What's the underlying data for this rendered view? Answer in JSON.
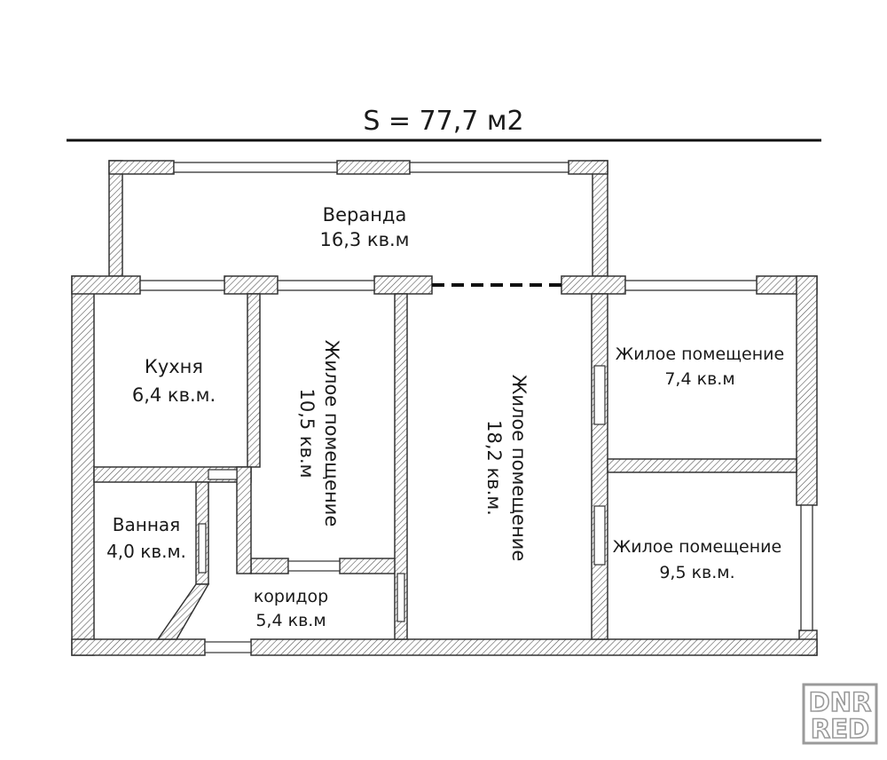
{
  "total_area": "S = 77,7 м2",
  "rooms": {
    "veranda": {
      "name": "Веранда",
      "area": "16,3 кв.м"
    },
    "kitchen": {
      "name": "Кухня",
      "area": "6,4 кв.м."
    },
    "living_1": {
      "name": "Жилое помещение",
      "area": "10,5 кв.м"
    },
    "living_2": {
      "name": "Жилое помещение",
      "area": "18,2 кв.м."
    },
    "living_3": {
      "name": "Жилое помещение",
      "area": "7,4 кв.м"
    },
    "living_4": {
      "name": "Жилое помещение",
      "area": "9,5 кв.м."
    },
    "bathroom": {
      "name": "Ванная",
      "area": "4,0 кв.м."
    },
    "corridor": {
      "name": "коридор",
      "area": "5,4 кв.м"
    }
  },
  "watermark": {
    "line1": "DNR",
    "line2": "RED"
  },
  "colors": {
    "wall_line": "#333333",
    "hatch": "#555555",
    "watermark": "#9a9a9a"
  }
}
